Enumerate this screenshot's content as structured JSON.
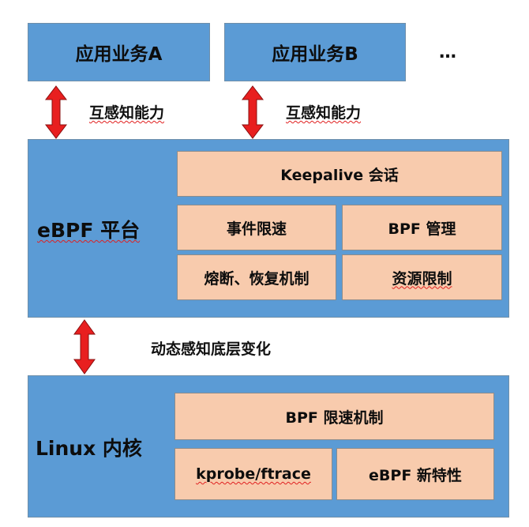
{
  "apps": [
    {
      "label": "应用业务A"
    },
    {
      "label": "应用业务B"
    }
  ],
  "ellipsis": "…",
  "arrows": {
    "interaction_label": "互感知能力",
    "kernel_link_label": "动态感知底层变化"
  },
  "ebpf_platform": {
    "title": "eBPF 平台",
    "keepalive": "Keepalive 会话",
    "rate_limit": "事件限速",
    "bpf_mgmt": "BPF 管理",
    "circuit_breaker": "熔断、恢复机制",
    "resource_limit": "资源限制"
  },
  "linux_kernel": {
    "title": "Linux 内核",
    "bpf_rate_limit": "BPF 限速机制",
    "kprobe": "kprobe/ftrace",
    "ebpf_features": "eBPF 新特性"
  },
  "colors": {
    "box_blue": "#5b9bd5",
    "box_peach": "#f8cbad",
    "arrow_red": "#e81f1f"
  }
}
